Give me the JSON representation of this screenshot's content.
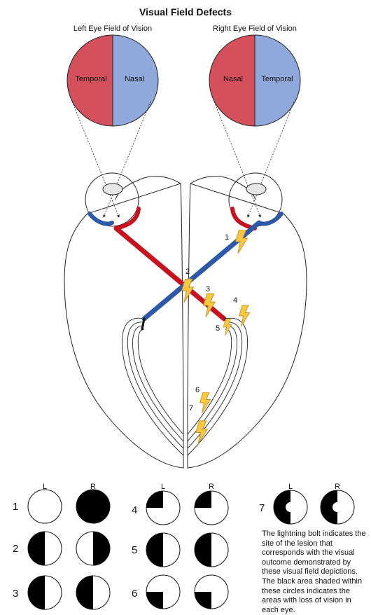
{
  "title": "Visual Field Defects",
  "left_field": {
    "caption": "Left Eye Field of Vision",
    "left_half": "Temporal",
    "right_half": "Nasal"
  },
  "right_field": {
    "caption": "Right Eye Field of Vision",
    "left_half": "Nasal",
    "right_half": "Temporal"
  },
  "lesions": [
    "1",
    "2",
    "3",
    "4",
    "5",
    "6",
    "7"
  ],
  "defects": {
    "col_left": "L",
    "col_right": "R",
    "rows": [
      {
        "label": "1",
        "left": "normal",
        "right": "complete loss"
      },
      {
        "label": "2",
        "left": "temporal hemianopia",
        "right": "temporal hemianopia"
      },
      {
        "label": "3",
        "left": "left hemianopia",
        "right": "left hemianopia"
      },
      {
        "label": "4",
        "left": "upper left quadrant",
        "right": "upper left quadrant"
      },
      {
        "label": "5",
        "left": "left hemianopia",
        "right": "left hemianopia"
      },
      {
        "label": "6",
        "left": "lower left quadrant",
        "right": "lower left quadrant"
      },
      {
        "label": "7",
        "left": "left hemianopia with macular sparing",
        "right": "left hemianopia with macular sparing"
      }
    ]
  },
  "note": "The lightning bolt indicates the site of the lesion that corresponds with the visual outcome demonstrated by these visual field depictions. The black area shaded within these circles indicates the areas with loss of vision in each eye.",
  "colors": {
    "temporal_red": "#D4505C",
    "nasal_blue": "#8FA9DC",
    "tract_red": "#C8101E",
    "tract_blue": "#2E58A8",
    "bolt_fill": "#F8C842",
    "bolt_stroke": "#C79320",
    "defect_black": "#000000"
  }
}
